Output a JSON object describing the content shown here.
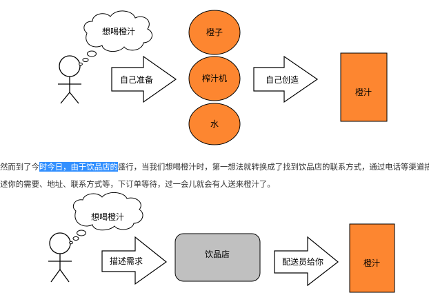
{
  "colors": {
    "orange": "#fd8630",
    "gray_box": "#c0c0c0",
    "highlight": "#3390ff",
    "stroke": "#000000"
  },
  "diagram_top": {
    "thought_bubble": "想喝橙汁",
    "arrow_left": "自己准备",
    "ingredients": [
      "橙子",
      "榨汁机",
      "水"
    ],
    "arrow_right": "自己创造",
    "result": "橙汁"
  },
  "paragraph": {
    "line1_prefix": "然而到了今",
    "line1_highlight": "时今日，由于饮品店的",
    "line1_suffix": "盛行，当我们想喝橙汁时，第一想法就转换成了找到饮品店的联系方式，通过电话等渠道描",
    "line2": "述你的需要、地址、联系方式等，下订单等待，过一会儿就会有人送来橙汁了。"
  },
  "diagram_bottom": {
    "thought_bubble": "想喝橙汁",
    "arrow_left": "描述需求",
    "shop": "饮品店",
    "arrow_right": "配送员给你",
    "result": "橙汁"
  }
}
